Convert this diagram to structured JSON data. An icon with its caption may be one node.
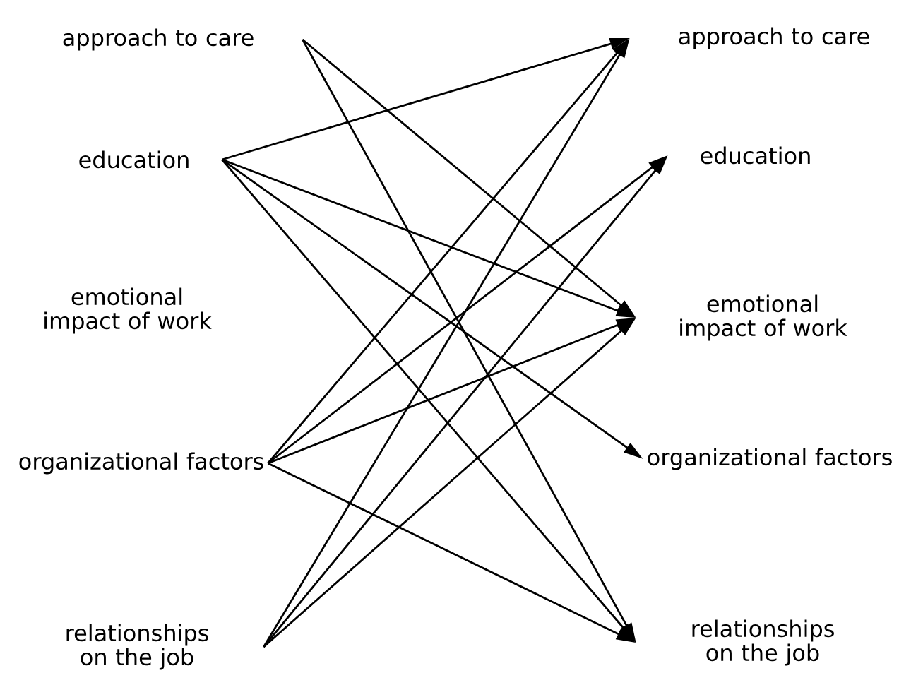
{
  "diagram": {
    "nodes": [
      {
        "text": [
          "approach to care"
        ]
      },
      {
        "text": [
          "education"
        ]
      },
      {
        "text": [
          "emotional impact of work"
        ]
      },
      {
        "text": [
          "organizational factors"
        ]
      },
      {
        "text": [
          "relationships on the job"
        ]
      },
      {
        "text": [
          "approach to care"
        ]
      },
      {
        "text": [
          "education"
        ]
      },
      {
        "text": [
          "emotional impact of work"
        ]
      },
      {
        "text": [
          "organizational factors"
        ]
      },
      {
        "text": [
          "relationships on the job"
        ]
      }
    ],
    "edges": [
      {
        "from": 0,
        "to": 7,
        "arrow": "to"
      },
      {
        "from": 0,
        "to": 9,
        "arrow": "to"
      },
      {
        "from": 1,
        "to": 5,
        "arrow": "to"
      },
      {
        "from": 1,
        "to": 7,
        "arrow": "to"
      },
      {
        "from": 1,
        "to": 8,
        "arrow": "to"
      },
      {
        "from": 1,
        "to": 9,
        "arrow": "to"
      },
      {
        "from": 3,
        "to": 5,
        "arrow": "to"
      },
      {
        "from": 3,
        "to": 6,
        "arrow": "to"
      },
      {
        "from": 3,
        "to": 7,
        "arrow": "to"
      },
      {
        "from": 3,
        "to": 9,
        "arrow": "to"
      },
      {
        "from": 4,
        "to": 5,
        "arrow": "to"
      },
      {
        "from": 4,
        "to": 6,
        "arrow": "to"
      },
      {
        "from": 4,
        "to": 7,
        "arrow": "to"
      }
    ]
  }
}
